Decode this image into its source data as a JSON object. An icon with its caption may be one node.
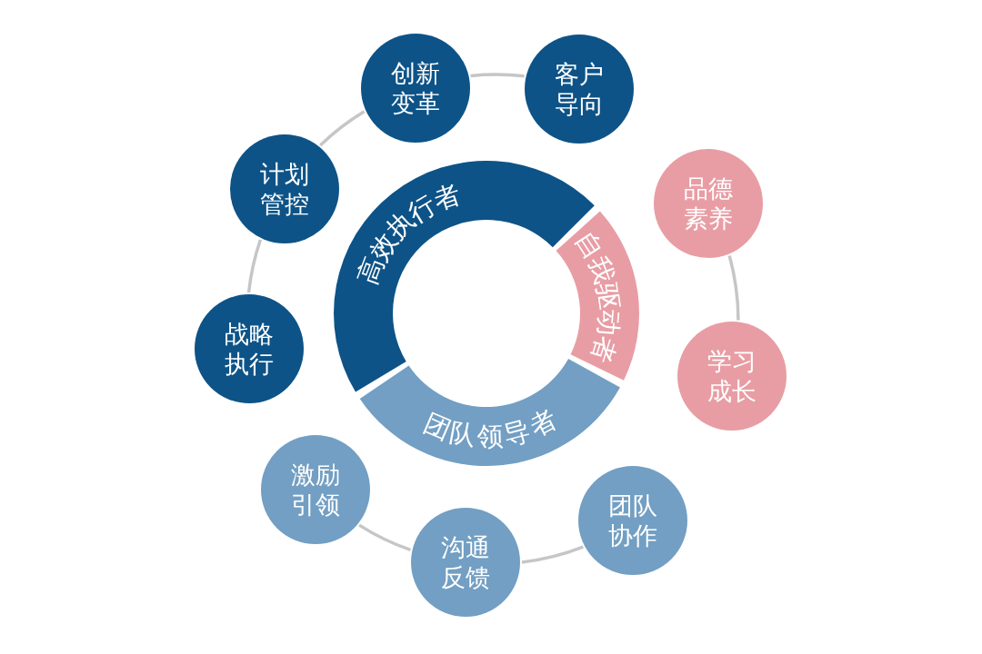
{
  "diagram": {
    "nodes": [
      {
        "text": [
          "创新变革"
        ]
      },
      {
        "text": [
          "客户导向"
        ]
      },
      {
        "text": [
          "计划管控"
        ]
      },
      {
        "text": [
          "高效执行者"
        ]
      },
      {
        "text": [
          "品德素养"
        ]
      },
      {
        "text": [
          "自我驱动者"
        ]
      },
      {
        "text": [
          "战略执行"
        ]
      },
      {
        "text": [
          "学习成长"
        ]
      },
      {
        "text": [
          "团队领导者"
        ]
      },
      {
        "text": [
          "激励引领"
        ]
      },
      {
        "text": [
          "团队协作"
        ]
      },
      {
        "text": [
          "沟通反馈"
        ]
      }
    ],
    "edges": [
      {
        "from": 6,
        "to": 2,
        "arrow": "none"
      },
      {
        "from": 2,
        "to": 0,
        "arrow": "none"
      },
      {
        "from": 0,
        "to": 1,
        "arrow": "none"
      },
      {
        "from": 4,
        "to": 7,
        "arrow": "none"
      },
      {
        "from": 9,
        "to": 11,
        "arrow": "none"
      },
      {
        "from": 11,
        "to": 10,
        "arrow": "none"
      }
    ]
  }
}
